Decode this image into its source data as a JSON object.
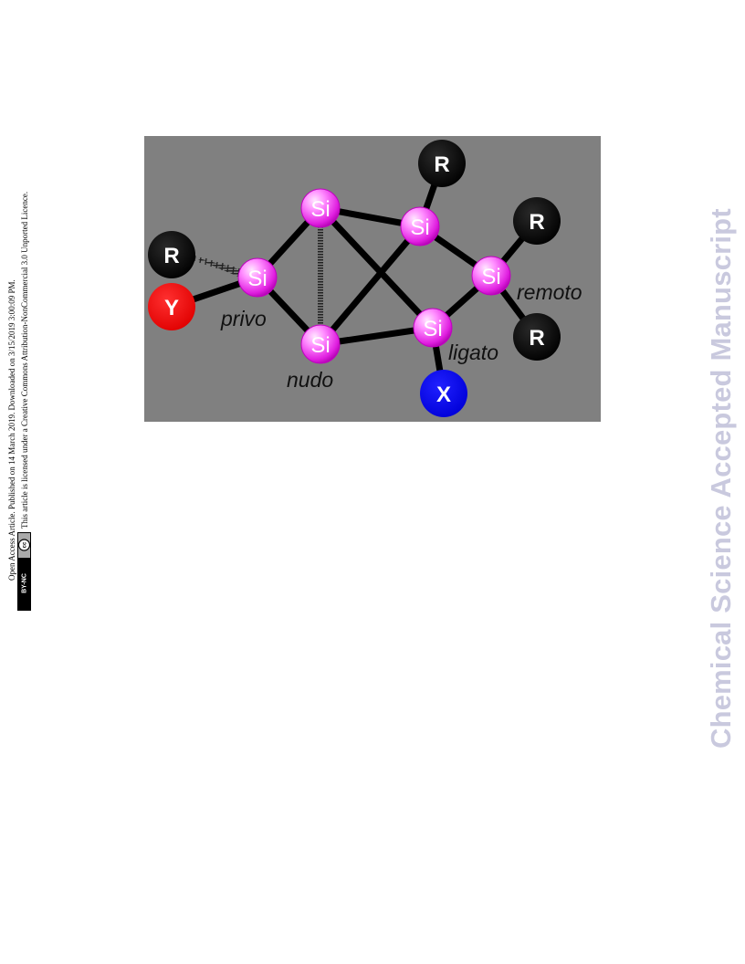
{
  "side_notice": {
    "line1": "Open Access Article. Published on 14 March 2019. Downloaded on 3/15/2019 3:00:09 PM.",
    "line2": "This article is licensed under a Creative Commons Attribution-NonCommercial 3.0 Unported Licence.",
    "license_badge": {
      "cc": "cc",
      "terms": "BY-NC"
    }
  },
  "watermark": "Chemical Science Accepted Manuscript",
  "figure": {
    "silicon_label": "Si",
    "substituents": {
      "r_top": "R",
      "r_right_top": "R",
      "r_right_bottom": "R",
      "r_left": "R",
      "y": "Y",
      "x": "X"
    },
    "site_labels": {
      "privo": "privo",
      "nudo": "nudo",
      "ligato": "ligato",
      "remoto": "remoto"
    },
    "colors": {
      "background": "#808080",
      "silicon": "#ff5cff",
      "r_group": "#000000",
      "y_group": "#ff0000",
      "x_group": "#0000ff"
    }
  }
}
